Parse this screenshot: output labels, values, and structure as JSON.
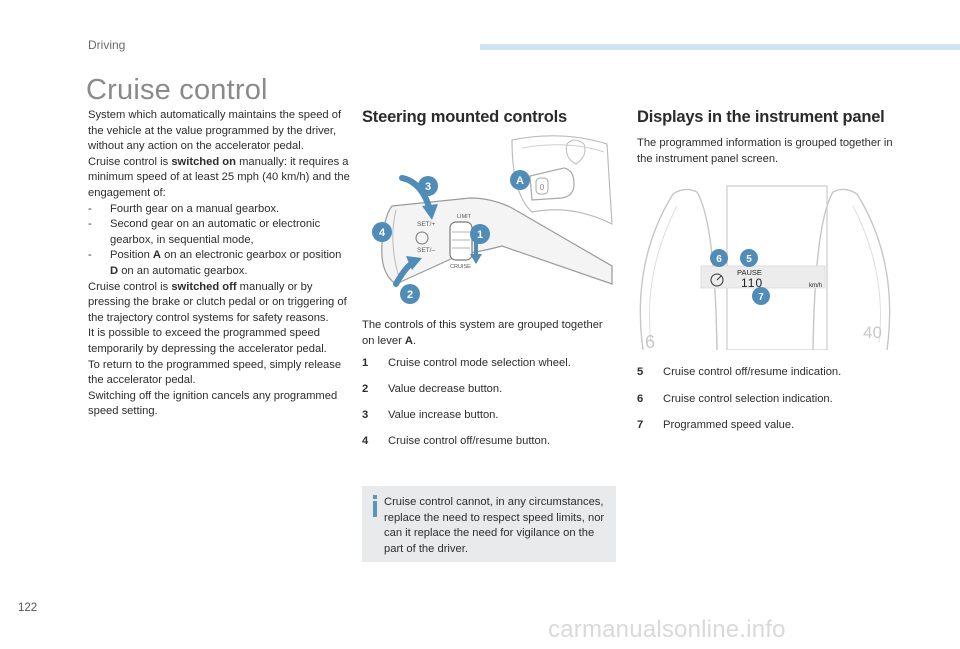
{
  "header": {
    "section": "Driving"
  },
  "page": {
    "title": "Cruise control",
    "number": "122"
  },
  "column1": {
    "p1": "System which automatically maintains the speed of the vehicle at the value programmed by the driver, without any action on the accelerator pedal.",
    "p2_pre": "Cruise control is ",
    "p2_bold": "switched on",
    "p2_post": " manually: it requires a minimum speed of at least 25 mph (40 km/h) and the engagement of:",
    "dash": "-",
    "li1": "Fourth gear on a manual gearbox.",
    "li2": "Second gear on an automatic or electronic gearbox, in sequential mode,",
    "li3_a": "Position ",
    "li3_b": "A",
    "li3_c": " on an electronic gearbox or position ",
    "li3_d": "D",
    "li3_e": " on an automatic gearbox.",
    "p3_pre": "Cruise control is ",
    "p3_bold": "switched off",
    "p3_post": " manually or by pressing the brake or clutch pedal or on triggering of the trajectory control systems for safety reasons.",
    "p4": "It is possible to exceed the programmed speed temporarily by depressing the accelerator pedal.",
    "p5": "To return to the programmed speed, simply release the accelerator pedal.",
    "p6": "Switching off the ignition cancels any programmed speed setting."
  },
  "column2": {
    "heading": "Steering mounted controls",
    "intro_pre": "The controls of this system are grouped together on lever ",
    "intro_bold": "A",
    "intro_post": ".",
    "items": [
      {
        "num": "1",
        "text": "Cruise control mode selection wheel."
      },
      {
        "num": "2",
        "text": "Value decrease button."
      },
      {
        "num": "3",
        "text": "Value increase button."
      },
      {
        "num": "4",
        "text": "Cruise control off/resume button."
      }
    ],
    "note": "Cruise control cannot, in any circumstances, replace the need to respect speed limits, nor can it replace the need for vigilance on the part of the driver."
  },
  "column3": {
    "heading": "Displays in the instrument panel",
    "intro": "The programmed information is grouped together in the instrument panel screen.",
    "items": [
      {
        "num": "5",
        "text": "Cruise control off/resume indication."
      },
      {
        "num": "6",
        "text": "Cruise control selection indication."
      },
      {
        "num": "7",
        "text": "Programmed speed value."
      }
    ]
  },
  "figure1": {
    "callouts": [
      "A",
      "1",
      "2",
      "3",
      "4"
    ],
    "lever_labels": {
      "set_plus": "SET/+",
      "set_minus": "SET/–",
      "limit": "LIMIT",
      "cruise": "CRUISE",
      "zero": "0"
    }
  },
  "figure2": {
    "callouts": [
      "5",
      "6",
      "7"
    ],
    "pause": "PAUSE",
    "speed": "110",
    "unit": "km/h",
    "dial_left": "6",
    "dial_right": "40"
  },
  "footer": {
    "watermark": "carmanualsonline.info"
  },
  "colors": {
    "accent": "#5b95bd",
    "callout": "#4f8cb8",
    "bar": "#cfe3f1",
    "note_bg": "#e9eaeb"
  }
}
